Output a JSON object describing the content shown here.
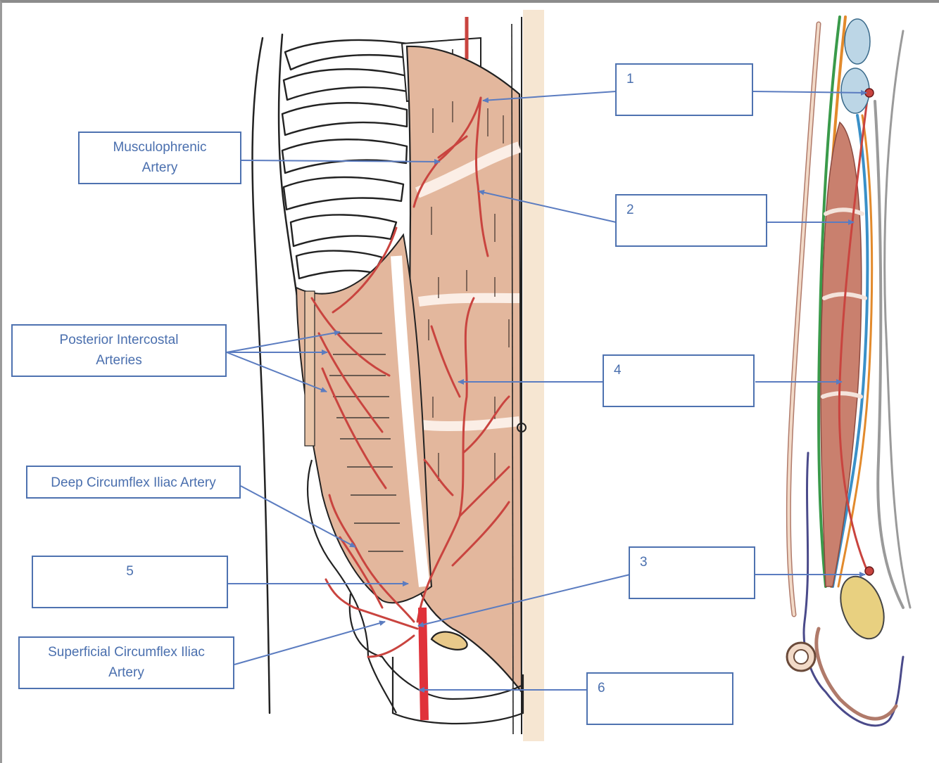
{
  "labels": {
    "musculophrenic": {
      "line1": "Musculophrenic",
      "line2": "Artery"
    },
    "posterior_intercostal": {
      "line1": "Posterior Intercostal",
      "line2": "Arteries"
    },
    "deep_circumflex": {
      "line1": "Deep Circumflex Iliac Artery"
    },
    "superficial_circumflex": {
      "line1": "Superficial Circumflex Iliac",
      "line2": "Artery"
    },
    "box1": "1",
    "box2": "2",
    "box3": "3",
    "box4": "4",
    "box5": "5",
    "box6": "6"
  },
  "colors": {
    "label_border": "#4e72b0",
    "label_text": "#4a6fae",
    "leader_line": "#5b7cc0",
    "muscle": "#e3b79d",
    "artery": "#c9443f",
    "main_artery": "#e0323a"
  }
}
